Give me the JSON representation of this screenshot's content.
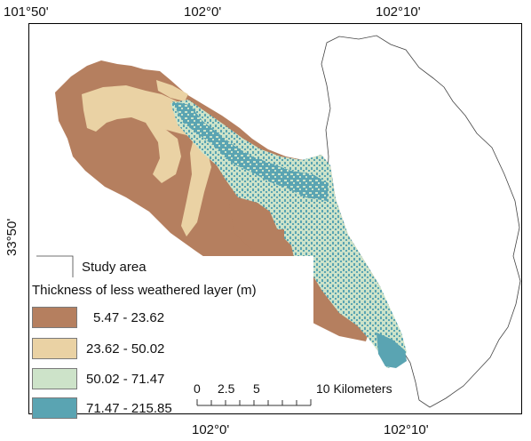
{
  "graticule": {
    "top": [
      "101°50'",
      "102°0'",
      "102°10'"
    ],
    "bottom": [
      "102°0'",
      "102°10'"
    ],
    "left": [
      "33°50'"
    ]
  },
  "legend": {
    "study_area_label": "Study area",
    "title": "Thickness of less weathered layer (m)",
    "classes": [
      {
        "label": "5.47 - 23.62",
        "color": "#b57f5f"
      },
      {
        "label": "23.62 - 50.02",
        "color": "#ead2a4"
      },
      {
        "label": "50.02 - 71.47",
        "color": "#cde3c9"
      },
      {
        "label": "71.47 - 215.85",
        "color": "#5aa4b2"
      }
    ]
  },
  "scale_bar": {
    "ticks": [
      "0",
      "2.5",
      "5"
    ],
    "end_label": "10 Kilometers"
  },
  "colors": {
    "frame": "#000000",
    "study_area_outline": "#444444"
  }
}
